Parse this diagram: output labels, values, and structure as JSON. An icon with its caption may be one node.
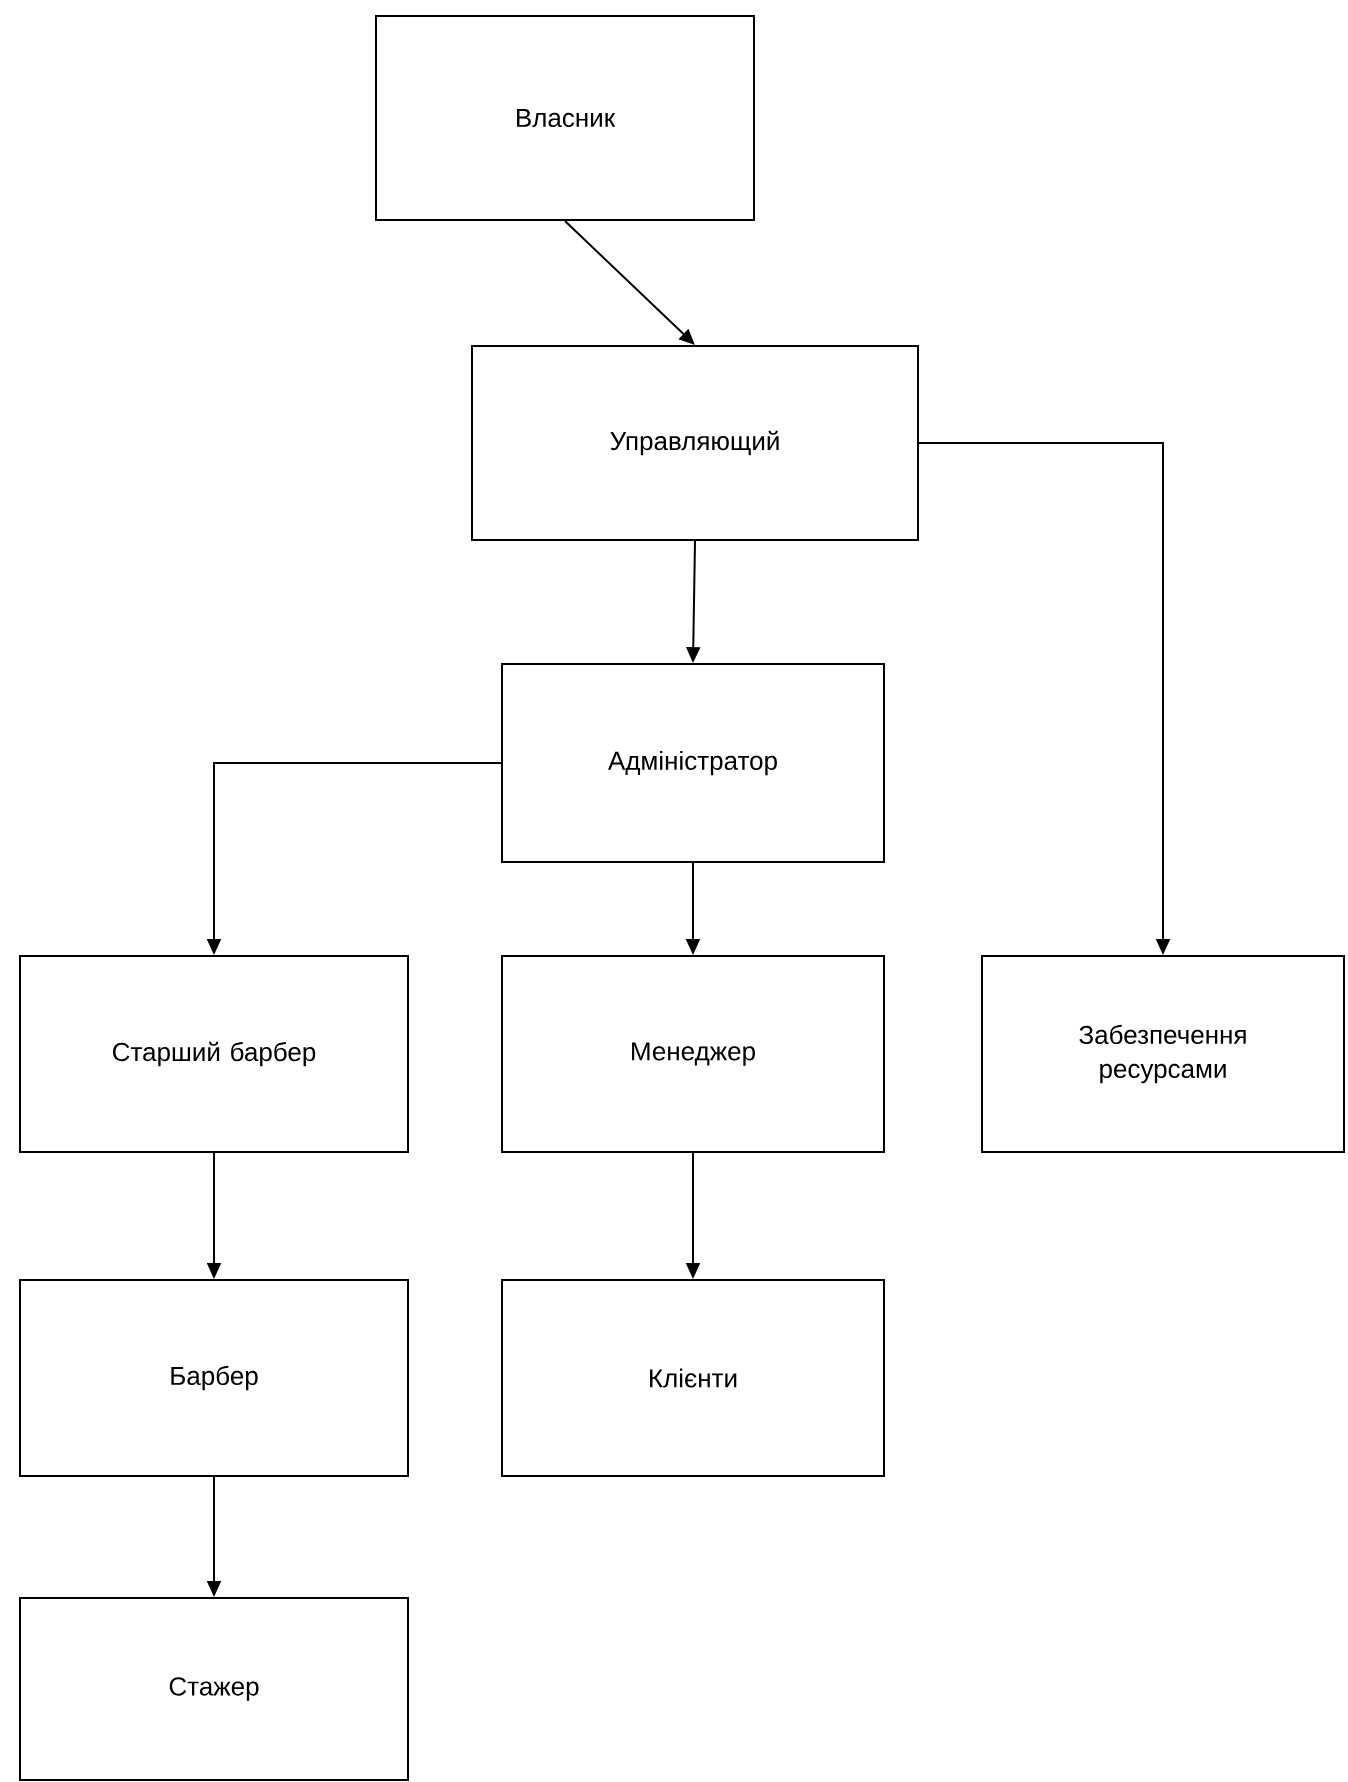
{
  "diagram": {
    "nodes": [
      {
        "text": [
          "Власник"
        ]
      },
      {
        "text": [
          "Управляющий"
        ]
      },
      {
        "text": [
          "Адміністратор"
        ]
      },
      {
        "text": [
          "Старший барбер"
        ]
      },
      {
        "text": [
          "Менеджер"
        ]
      },
      {
        "text": [
          "Забезпечення ресурсами"
        ]
      },
      {
        "text": [
          "Барбер"
        ]
      },
      {
        "text": [
          "Клієнти"
        ]
      },
      {
        "text": [
          "Стажер"
        ]
      }
    ],
    "edges": [
      {
        "from": 0,
        "to": 1,
        "arrow": "to"
      },
      {
        "from": 1,
        "to": 2,
        "arrow": "to"
      },
      {
        "from": 1,
        "to": 5,
        "arrow": "to"
      },
      {
        "from": 2,
        "to": 3,
        "arrow": "to"
      },
      {
        "from": 2,
        "to": 4,
        "arrow": "to"
      },
      {
        "from": 3,
        "to": 6,
        "arrow": "to"
      },
      {
        "from": 4,
        "to": 7,
        "arrow": "to"
      },
      {
        "from": 6,
        "to": 8,
        "arrow": "to"
      }
    ]
  }
}
